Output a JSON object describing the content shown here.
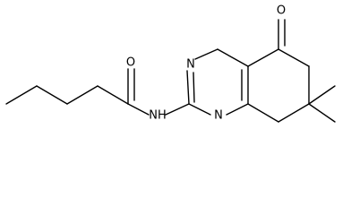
{
  "molecule": {
    "atoms": [
      {
        "id": "O1",
        "label": "O"
      },
      {
        "id": "O2",
        "label": "O"
      },
      {
        "id": "NH",
        "label": "NH"
      },
      {
        "id": "N1",
        "label": "N"
      },
      {
        "id": "N2",
        "label": "N"
      }
    ]
  },
  "colors": {
    "bond": "#000000",
    "text": "#000000",
    "background": "#ffffff"
  }
}
